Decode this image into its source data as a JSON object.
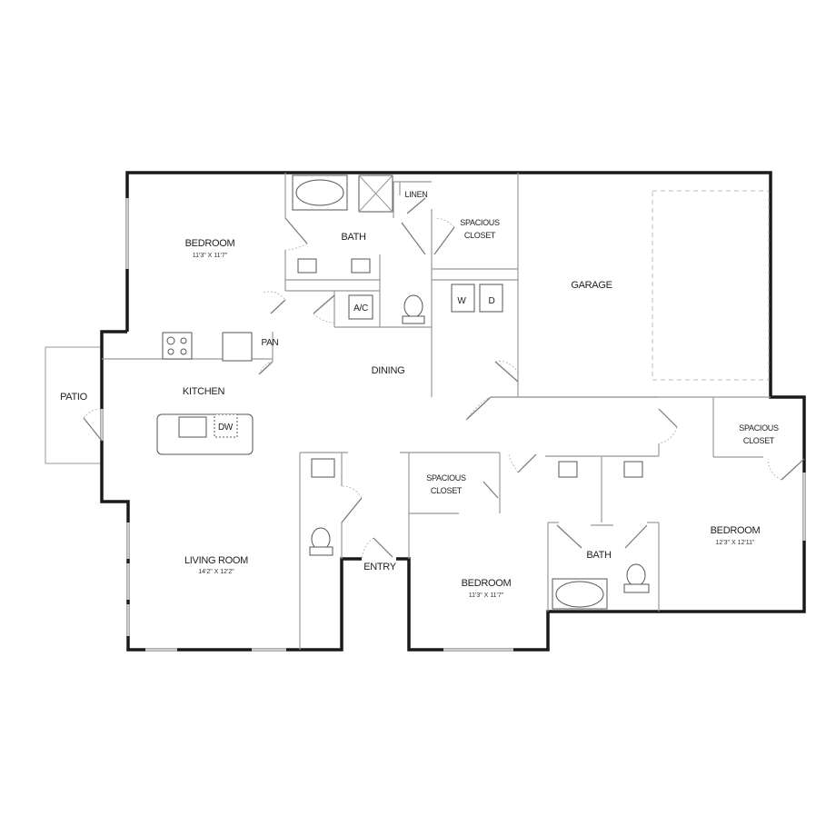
{
  "rooms": {
    "bedroom_1": {
      "label": "BEDROOM",
      "size": "11'3\" X 11'7\""
    },
    "bath_1": {
      "label": "BATH"
    },
    "linen": {
      "label": "LINEN"
    },
    "closet_1": {
      "label_line1": "SPACIOUS",
      "label_line2": "CLOSET"
    },
    "garage": {
      "label": "GARAGE"
    },
    "ac": {
      "label": "A/C"
    },
    "washer": {
      "label": "W"
    },
    "dryer": {
      "label": "D"
    },
    "pantry": {
      "label": "PAN"
    },
    "kitchen": {
      "label": "KITCHEN"
    },
    "dishwasher": {
      "label": "DW"
    },
    "dining": {
      "label": "DINING"
    },
    "patio": {
      "label": "PATIO"
    },
    "living_room": {
      "label": "LIVING ROOM",
      "size": "14'2\" X 12'2\""
    },
    "entry": {
      "label": "ENTRY"
    },
    "closet_2": {
      "label_line1": "SPACIOUS",
      "label_line2": "CLOSET"
    },
    "bedroom_2": {
      "label": "BEDROOM",
      "size": "11'3\" X 11'7\""
    },
    "bath_2": {
      "label": "BATH"
    },
    "closet_3": {
      "label_line1": "SPACIOUS",
      "label_line2": "CLOSET"
    },
    "bedroom_3": {
      "label": "BEDROOM",
      "size": "12'3\" X 12'11\""
    }
  }
}
